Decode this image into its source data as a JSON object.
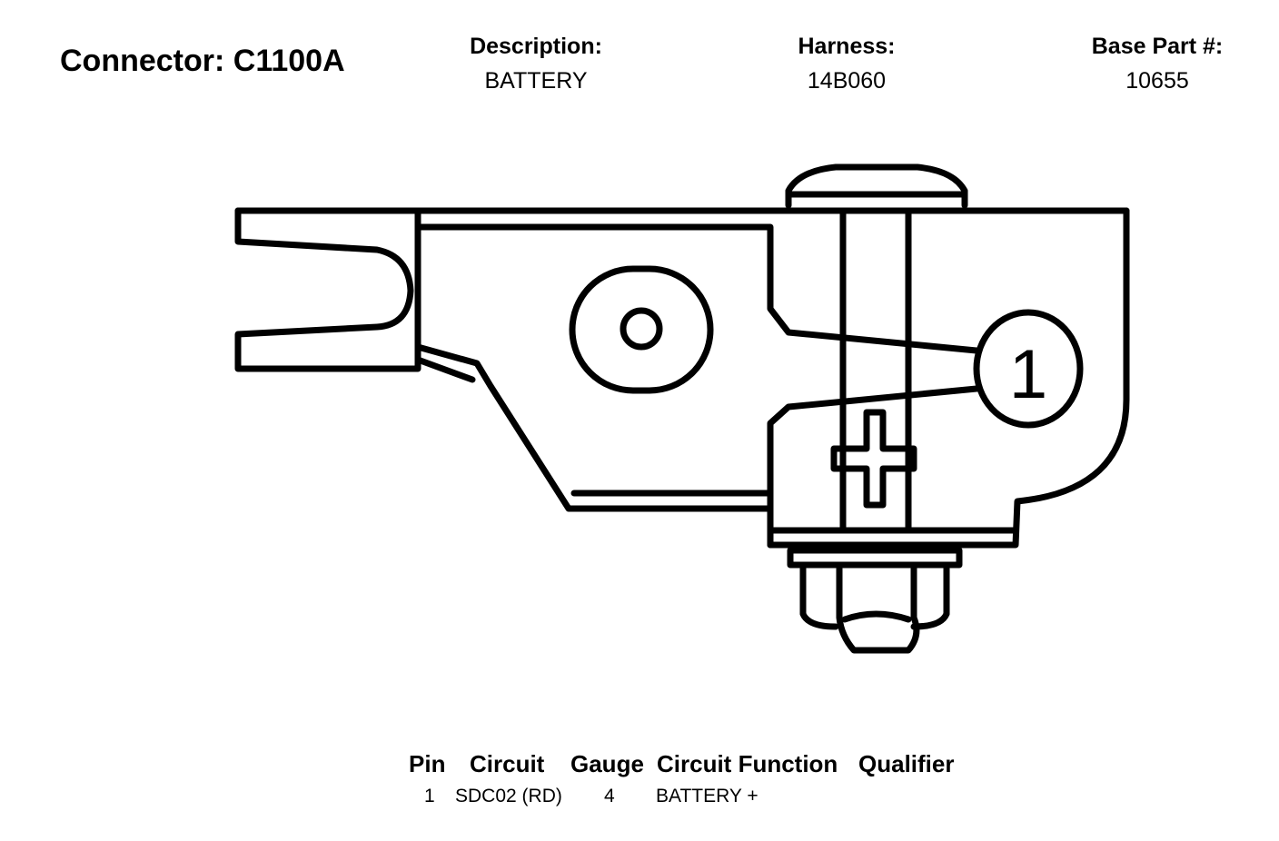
{
  "header": {
    "connector_title": "Connector: C1100A",
    "description_label": "Description:",
    "description_value": "BATTERY",
    "harness_label": "Harness:",
    "harness_value": "14B060",
    "base_part_label": "Base Part #:",
    "base_part_value": "10655"
  },
  "diagram": {
    "pin_callout": "1"
  },
  "pin_table": {
    "columns": {
      "pin": "Pin",
      "circuit": "Circuit",
      "gauge": "Gauge",
      "function": "Circuit Function",
      "qualifier": "Qualifier"
    },
    "rows": [
      {
        "pin": "1",
        "circuit": "SDC02 (RD)",
        "gauge": "4",
        "function": "BATTERY +",
        "qualifier": ""
      }
    ]
  }
}
